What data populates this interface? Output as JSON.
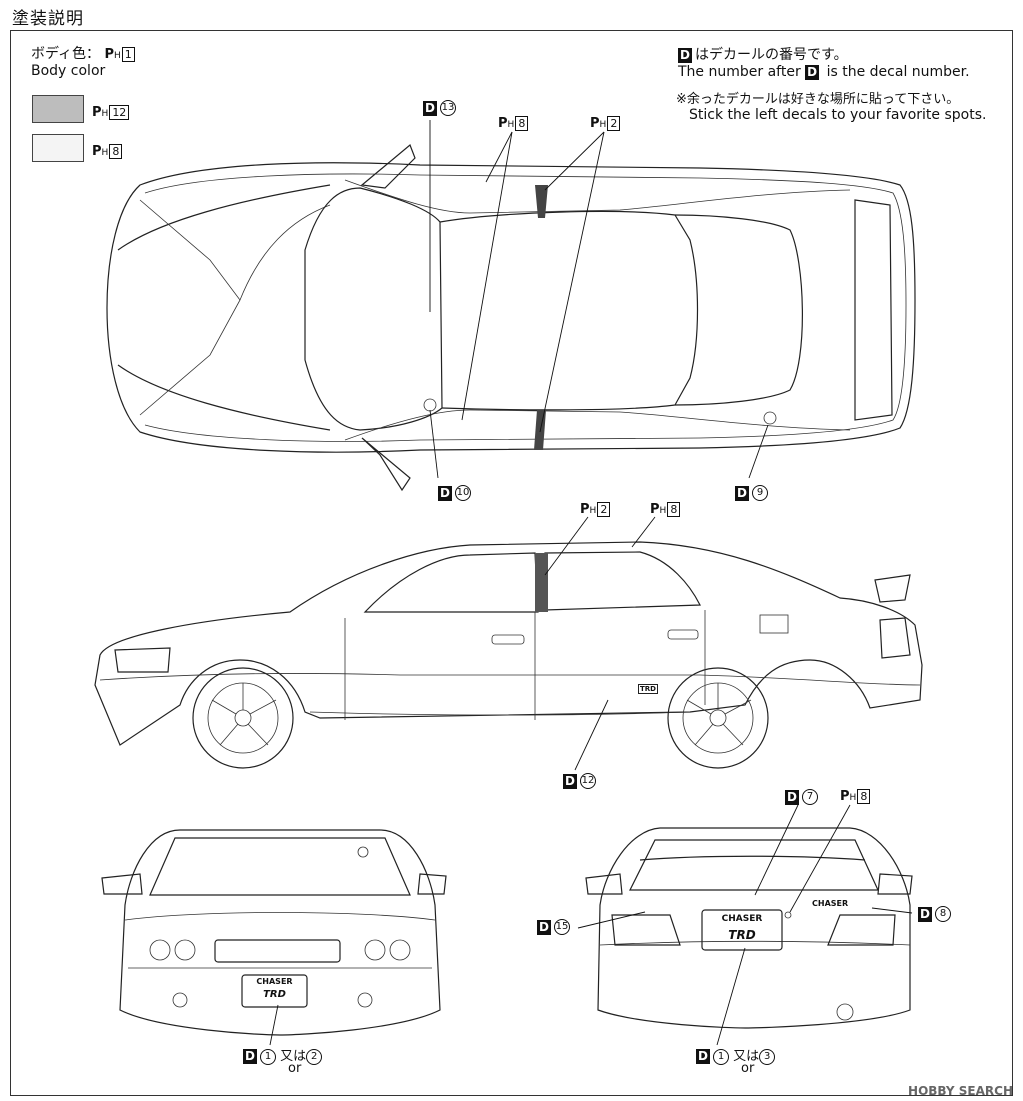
{
  "header": {
    "title": "塗装説明"
  },
  "body_color": {
    "label_jp": "ボディ色：",
    "label_en": "Body color",
    "paint": "1"
  },
  "swatches": [
    {
      "paint": "12",
      "color": "#bdbdbd"
    },
    {
      "paint": "8",
      "color": "#f4f4f4"
    }
  ],
  "notes": {
    "decal_jp": "はデカールの番号です。",
    "decal_en_pre": "The number after",
    "decal_en_post": "is the decal number.",
    "left_jp": "※余ったデカールは好きな場所に貼って下さい。",
    "left_en": "Stick the left decals to your favorite spots."
  },
  "callouts": {
    "top_d13": "13",
    "top_ph8": "8",
    "top_ph2": "2",
    "top_d10": "10",
    "top_d9": "9",
    "side_ph2": "2",
    "side_ph8": "8",
    "side_d12": "12",
    "rear_d7": "7",
    "rear_ph8": "8",
    "rear_d15": "15",
    "rear_d8": "8",
    "front_d1": "1",
    "front_alt": "又は",
    "front_d2": "2",
    "front_or": "or",
    "rear_d1": "1",
    "rear_alt": "又は",
    "rear_d3": "3",
    "rear_or": "or"
  },
  "badges": {
    "front_plate_top": "CHASER",
    "front_plate_bottom": "TRD",
    "rear_plate_top": "CHASER",
    "rear_plate_bottom": "TRD",
    "rear_chaser": "CHASER",
    "side_decal": "TRD"
  },
  "icons": [
    "decal-d-icon",
    "paint-ph-icon"
  ],
  "watermark": "HOBBY SEARCH"
}
